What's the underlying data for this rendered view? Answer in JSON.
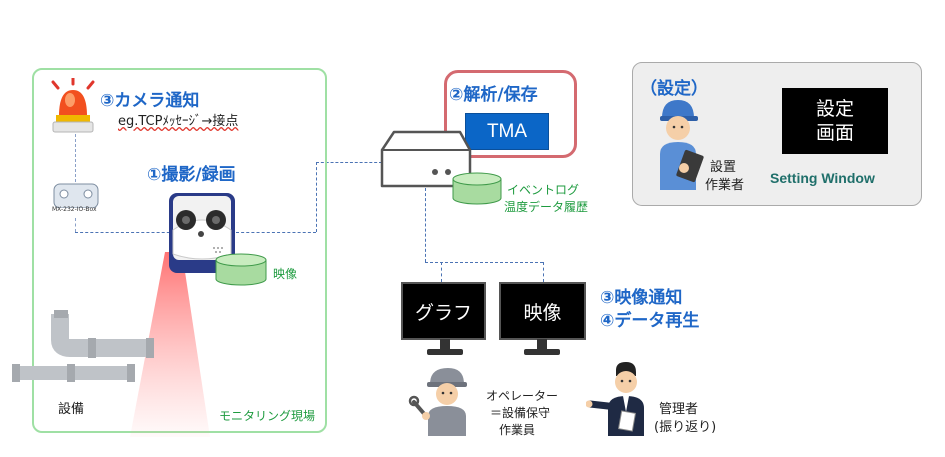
{
  "site": {
    "camera_notify": "③カメラ通知",
    "camera_notify_sub": "eg.TCPﾒｯｾｰｼﾞ→接点",
    "shoot_record": "①撮影/録画",
    "video_db": "映像",
    "equipment": "設備",
    "monitoring_site": "モニタリング現場",
    "junction_label": "MX-232-IO-Box"
  },
  "tma": {
    "title": "②解析/保存",
    "label": "TMA",
    "db_line1": "イベントログ",
    "db_line2": "温度データ履歴"
  },
  "setting": {
    "title": "（設定）",
    "installer_line1": "設置",
    "installer_line2": "作業者",
    "screen_line1": "設定",
    "screen_line2": "画面",
    "window_label": "Setting Window"
  },
  "monitors": {
    "graph": "グラフ",
    "video": "映像",
    "notify": "③映像通知",
    "playback": "④データ再生"
  },
  "people": {
    "operator_line1": "オペレーター",
    "operator_line2": "＝設備保守",
    "operator_line3": "作業員",
    "manager_line1": "管理者",
    "manager_line2": "(振り返り)"
  },
  "colors": {
    "title_blue": "#1f67c7",
    "label_green": "#1e9b3f",
    "site_border": "#9fe0a4",
    "tma_border": "#d46a70",
    "tma_fill": "#0b66c7",
    "db_fill": "#a8dba0",
    "dashed_line": "#4b73b4"
  },
  "icons": {
    "warning_light": "warning-light-icon",
    "junction_box": "junction-box-icon",
    "camera": "security-camera-icon",
    "server": "server-icon",
    "database": "database-icon",
    "pipe": "pipe-icon",
    "monitor": "monitor-icon",
    "worker": "worker-person-icon",
    "manager": "manager-person-icon"
  }
}
